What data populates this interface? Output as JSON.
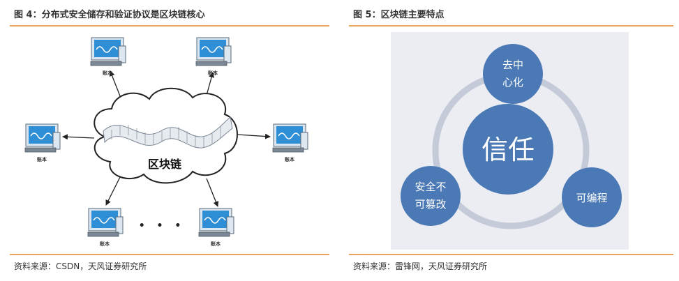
{
  "left": {
    "title": "图 4：分布式安全储存和验证协议是区块链核心",
    "source": "资料来源：CSDN，天风证券研究所",
    "diagram": {
      "center_label": "区块链",
      "computer_label": "账本",
      "ellipsis": "• • •"
    }
  },
  "right": {
    "title": "图 5：区块链主要特点",
    "source": "资料来源：雷锋网，天风证券研究所",
    "diagram": {
      "center": "信任",
      "nodes": {
        "top": [
          "去中",
          "心化"
        ],
        "right": [
          "可编程"
        ],
        "left": [
          "安全不",
          "可篡改"
        ]
      }
    }
  },
  "colors": {
    "accent_rule": "#e9a45b",
    "circle_blue": "#4a79b5",
    "ring_gray": "#c4cad8",
    "panel_bg": "#ebedf2",
    "screen_blue": "#2f8fd6"
  }
}
